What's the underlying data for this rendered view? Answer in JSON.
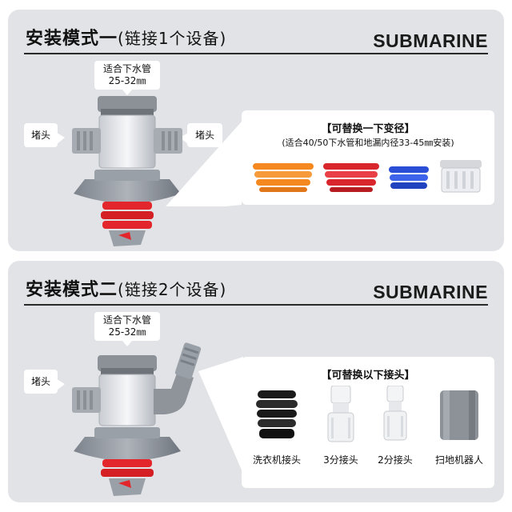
{
  "panel1": {
    "title_main": "安装模式一",
    "title_sub": "(链接1个设备)",
    "brand": "SUBMARINE",
    "top_callout_line1": "适合下水管",
    "top_callout_line2": "25-32㎜",
    "left_callout": "堵头",
    "right_callout": "堵头",
    "info_heading": "【可替换一下变径】",
    "info_note": "(适合40/50下水管和地漏内径33-45㎜安装)",
    "colors": {
      "orange": "#f5881f",
      "red": "#d8262c",
      "blue": "#2a4fd6",
      "white": "#e9eaec"
    }
  },
  "panel2": {
    "title_main": "安装模式二",
    "title_sub": "(链接2个设备)",
    "brand": "SUBMARINE",
    "top_callout_line1": "适合下水管",
    "top_callout_line2": "25-32㎜",
    "left_callout": "堵头",
    "info_heading": "【可替换以下接头】",
    "items": [
      {
        "label": "洗衣机接头"
      },
      {
        "label": "3分接头"
      },
      {
        "label": "2分接头"
      },
      {
        "label": "扫地机器人"
      }
    ]
  }
}
